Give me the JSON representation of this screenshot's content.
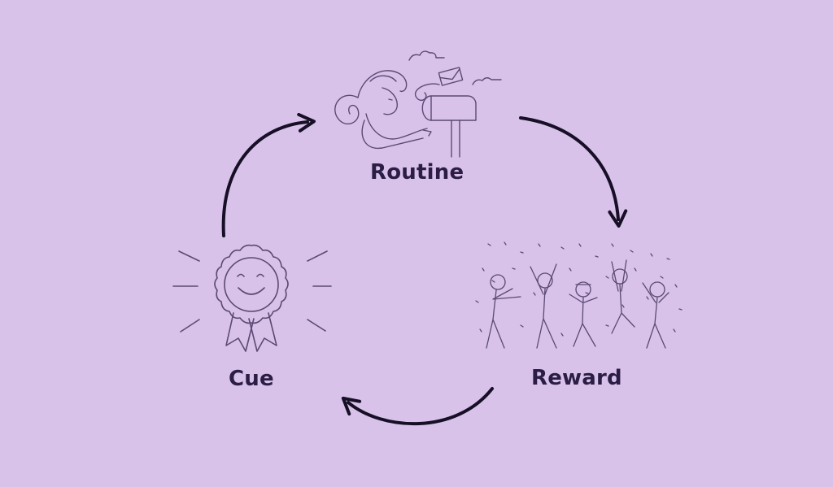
{
  "stages": {
    "routine": "Routine",
    "reward": "Reward",
    "cue": "Cue"
  },
  "icons": {
    "routine": "person-mailbox-illustration",
    "reward": "celebrating-people-illustration",
    "cue": "smiling-badge-illustration"
  },
  "colors": {
    "background": "#d9c2ea",
    "label": "#2b1d45",
    "arrow": "#160f26",
    "lineart": "#5a4a72"
  }
}
